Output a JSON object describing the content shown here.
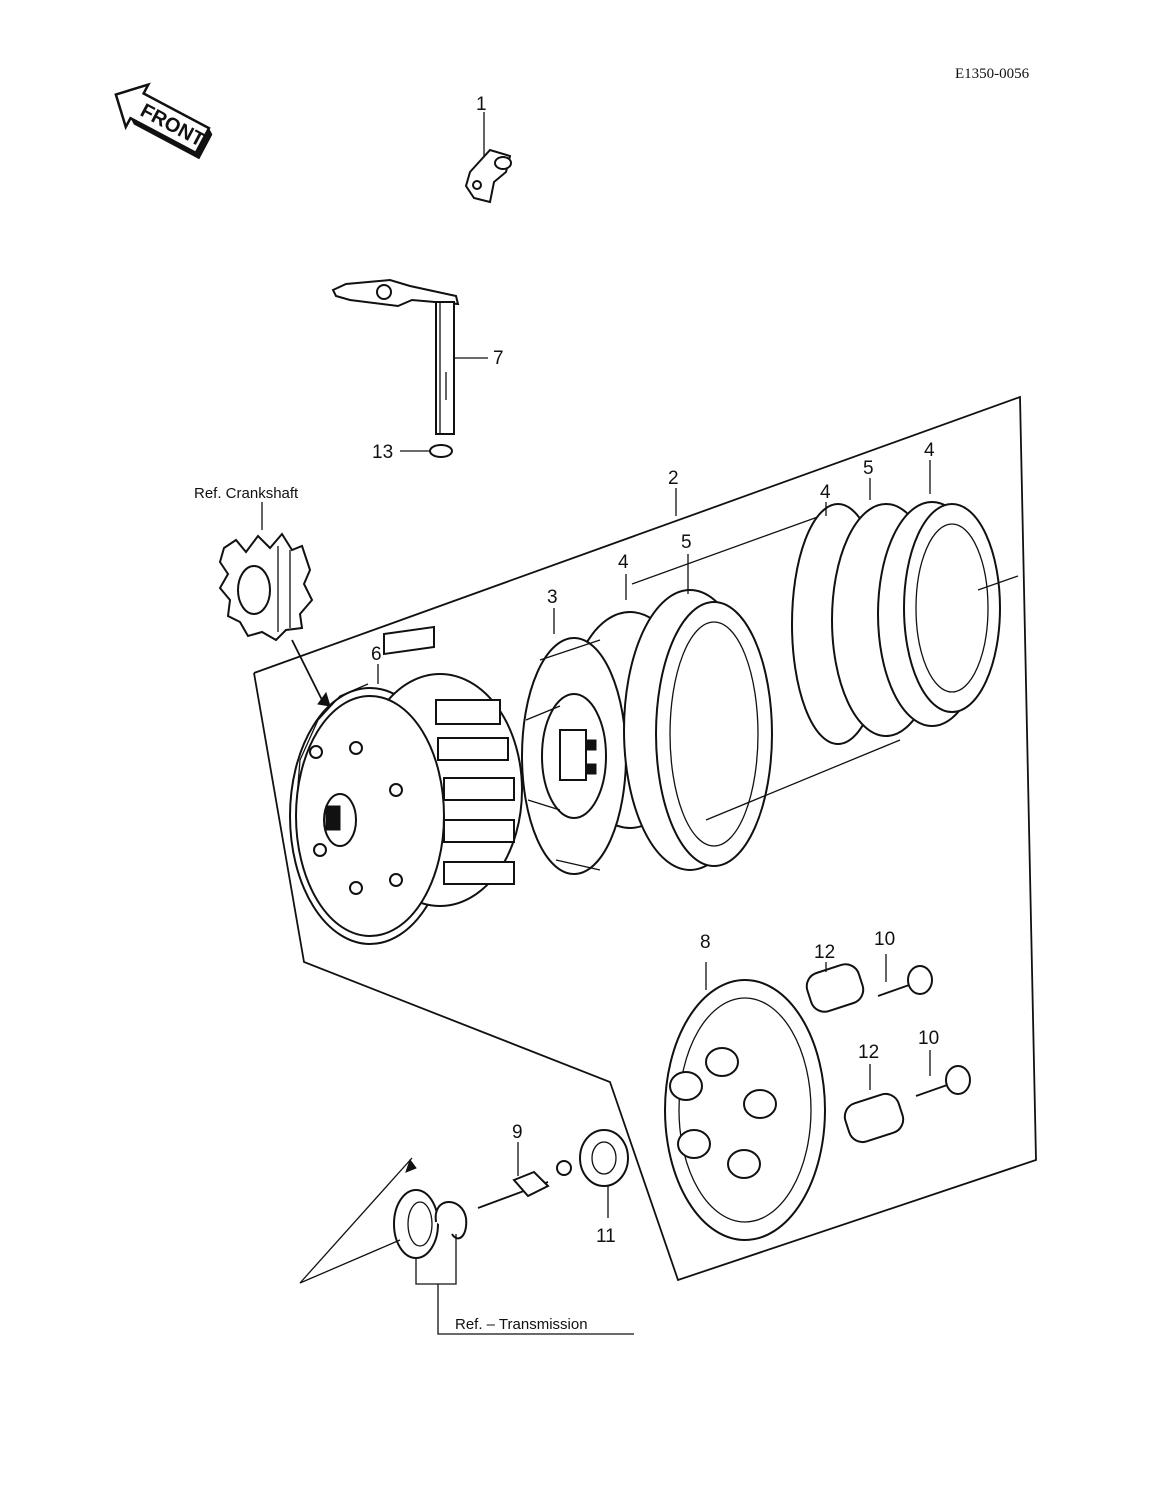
{
  "document_code": "E1350-0056",
  "front_label": "FRONT",
  "references": {
    "crankshaft": "Ref. Crankshaft",
    "transmission": "Ref. – Transmission"
  },
  "callouts": [
    {
      "id": "c1",
      "text": "1"
    },
    {
      "id": "c7",
      "text": "7"
    },
    {
      "id": "c13",
      "text": "13"
    },
    {
      "id": "c2",
      "text": "2"
    },
    {
      "id": "c6",
      "text": "6"
    },
    {
      "id": "c3",
      "text": "3"
    },
    {
      "id": "c4a",
      "text": "4"
    },
    {
      "id": "c5a",
      "text": "5"
    },
    {
      "id": "c4b",
      "text": "4"
    },
    {
      "id": "c5b",
      "text": "5"
    },
    {
      "id": "c4c",
      "text": "4"
    },
    {
      "id": "c8",
      "text": "8"
    },
    {
      "id": "c12a",
      "text": "12"
    },
    {
      "id": "c10a",
      "text": "10"
    },
    {
      "id": "c12b",
      "text": "12"
    },
    {
      "id": "c10b",
      "text": "10"
    },
    {
      "id": "c9",
      "text": "9"
    },
    {
      "id": "c11",
      "text": "11"
    }
  ]
}
